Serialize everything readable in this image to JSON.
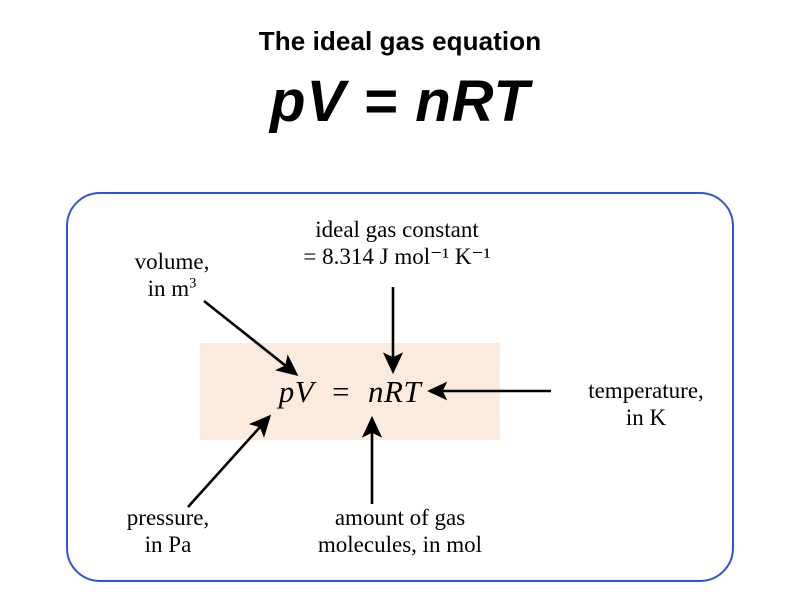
{
  "page": {
    "title": "The ideal gas equation",
    "headline_equation": "pV = nRT",
    "background_color": "#ffffff"
  },
  "diagram": {
    "panel_border_color": "#2f55d4",
    "highlight_color": "#fbeade",
    "arrow_color": "#000000",
    "center_equation": "pV  =  nRT",
    "callouts": [
      {
        "id": "volume",
        "line1": "volume,",
        "line2_prefix": "in m",
        "line2_superscript": "3",
        "target": "V",
        "arrow": "diagonal-down-right"
      },
      {
        "id": "ideal-gas-constant",
        "line1": "ideal gas constant",
        "line2": "= 8.314 J mol⁻¹ K⁻¹",
        "target": "R",
        "arrow": "vertical-down"
      },
      {
        "id": "temperature",
        "line1": "temperature,",
        "line2": "in K",
        "target": "T",
        "arrow": "horizontal-left"
      },
      {
        "id": "pressure",
        "line1": "pressure,",
        "line2": "in Pa",
        "target": "p",
        "arrow": "diagonal-up-right"
      },
      {
        "id": "amount-of-gas",
        "line1": "amount of gas",
        "line2": "molecules, in mol",
        "target": "n",
        "arrow": "vertical-up"
      }
    ]
  }
}
